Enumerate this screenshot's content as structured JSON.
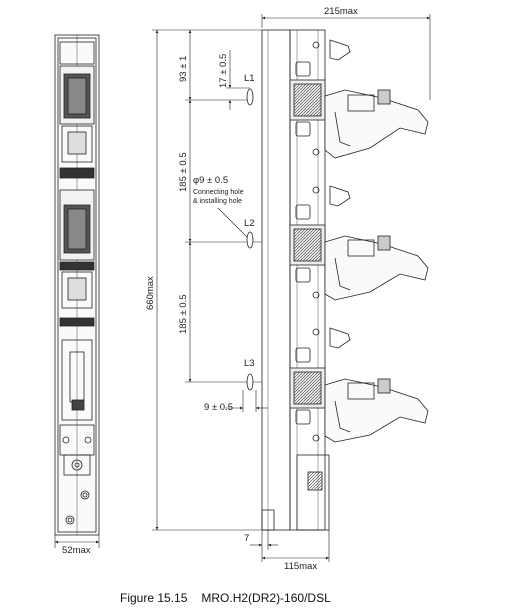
{
  "caption": {
    "figure_label": "Figure 15.15",
    "model": "MRO.H2(DR2)-160/DSL"
  },
  "dimensions": {
    "overall_depth": "215max",
    "front_width": "52max",
    "overall_height": "660max",
    "top_offset": "93 ± 1",
    "mount_offset": "17 ± 0.5",
    "pitch_1": "185 ± 0.5",
    "pitch_2": "185 ± 0.5",
    "side_offset": "9 ± 0.5",
    "base_offset": "7",
    "base_depth": "115max"
  },
  "hole": {
    "diameter": "φ9 ± 0.5",
    "note_line1": "Connecting hole",
    "note_line2": "& installing hole"
  },
  "level_labels": [
    "L1",
    "L2",
    "L3"
  ]
}
